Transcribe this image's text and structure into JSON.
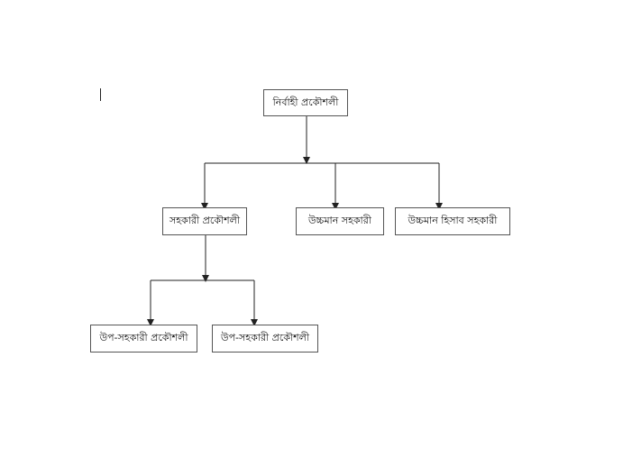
{
  "diagram": {
    "nodes": {
      "root": "নির্বাহী প্রকৌশলী",
      "assistant_engineer": "সহকারী প্রকৌশলী",
      "higher_assistant": "উচ্চমান সহকারী",
      "higher_accounts_assistant": "উচ্চমান হিসাব সহকারী",
      "sub_assistant_1": "উপ-সহকারী প্রকৌশলী",
      "sub_assistant_2": "উপ-সহকারী প্রকৌশলী"
    },
    "edges": [
      [
        "root",
        "assistant_engineer"
      ],
      [
        "root",
        "higher_assistant"
      ],
      [
        "root",
        "higher_accounts_assistant"
      ],
      [
        "assistant_engineer",
        "sub_assistant_1"
      ],
      [
        "assistant_engineer",
        "sub_assistant_2"
      ]
    ],
    "colors": {
      "line": "#222222",
      "border": "#555555"
    }
  }
}
